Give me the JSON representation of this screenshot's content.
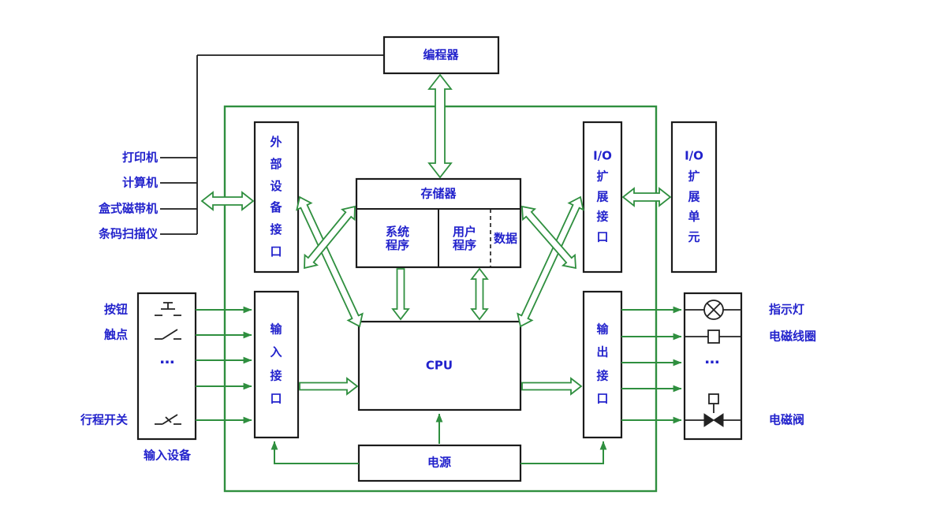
{
  "colors": {
    "text": "#2222cc",
    "arrow": "#2f8f3f",
    "box_line": "#1b1b1b",
    "background": "#ffffff"
  },
  "blocks": {
    "programmer": "编程器",
    "ext_device_interface": "外\n部\n设\n备\n接\n口",
    "memory": "存储器",
    "system_program": "系统\n程序",
    "user_program": "用户\n程序",
    "data": "数据",
    "io_expansion_interface": "I/O\n扩\n展\n接\n口",
    "io_expansion_unit": "I/O\n扩\n展\n单\n元",
    "input_interface": "输\n入\n接\n口",
    "cpu": "CPU",
    "output_interface": "输\n出\n接\n口",
    "power_supply": "电源"
  },
  "external_devices": [
    "打印机",
    "计算机",
    "盒式磁带机",
    "条码扫描仪"
  ],
  "input_side": {
    "button": "按钮",
    "contact": "触点",
    "limit_switch": "行程开关",
    "caption": "输入设备",
    "ellipsis": "…"
  },
  "output_side": {
    "indicator_lamp": "指示灯",
    "solenoid_coil": "电磁线圈",
    "solenoid_valve": "电磁阀",
    "ellipsis": "…"
  }
}
